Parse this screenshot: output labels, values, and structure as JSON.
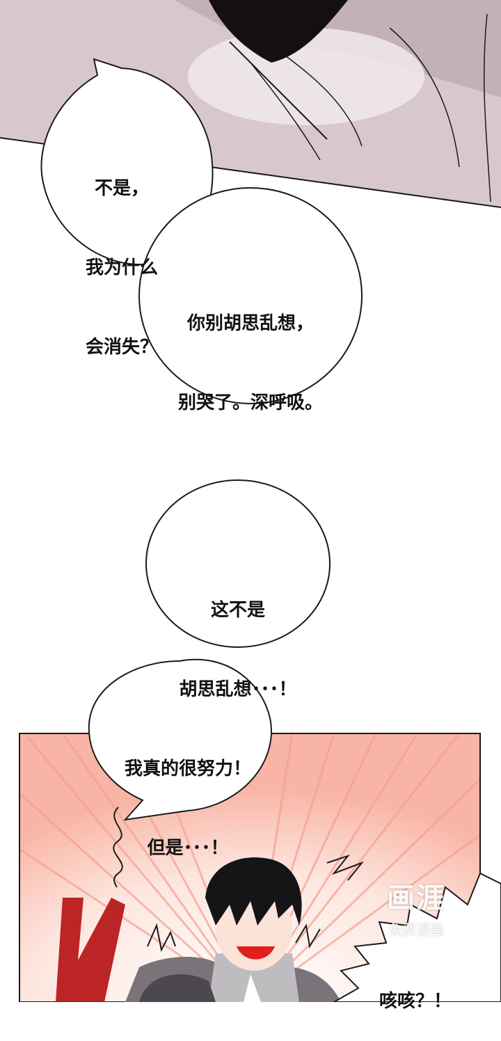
{
  "colors": {
    "top_panel": "#d8c8cc",
    "top_panel_shadow": "#b59aa2",
    "bottom_panel_bg": "#fde6df",
    "burst_lines": "#f6a08f",
    "character_hair": "#151518",
    "character_shirt": "#bfbcbf",
    "mouth": "#e02020",
    "red_shape": "#b50f12"
  },
  "bubbles": [
    {
      "line1": "不是，",
      "line2": "我为什么",
      "line3": "会消失？"
    },
    {
      "line1": "你别胡思乱想，",
      "line2": "别哭了。深呼吸。"
    },
    {
      "line1": "这不是",
      "line2": "胡思乱想･･･！"
    },
    {
      "line1": "我真的很努力！",
      "line2": "但是･･･！"
    },
    {
      "line1": "咳咳？！"
    }
  ],
  "watermark": {
    "logo": "画涯",
    "subtitle": "免费漫画"
  }
}
